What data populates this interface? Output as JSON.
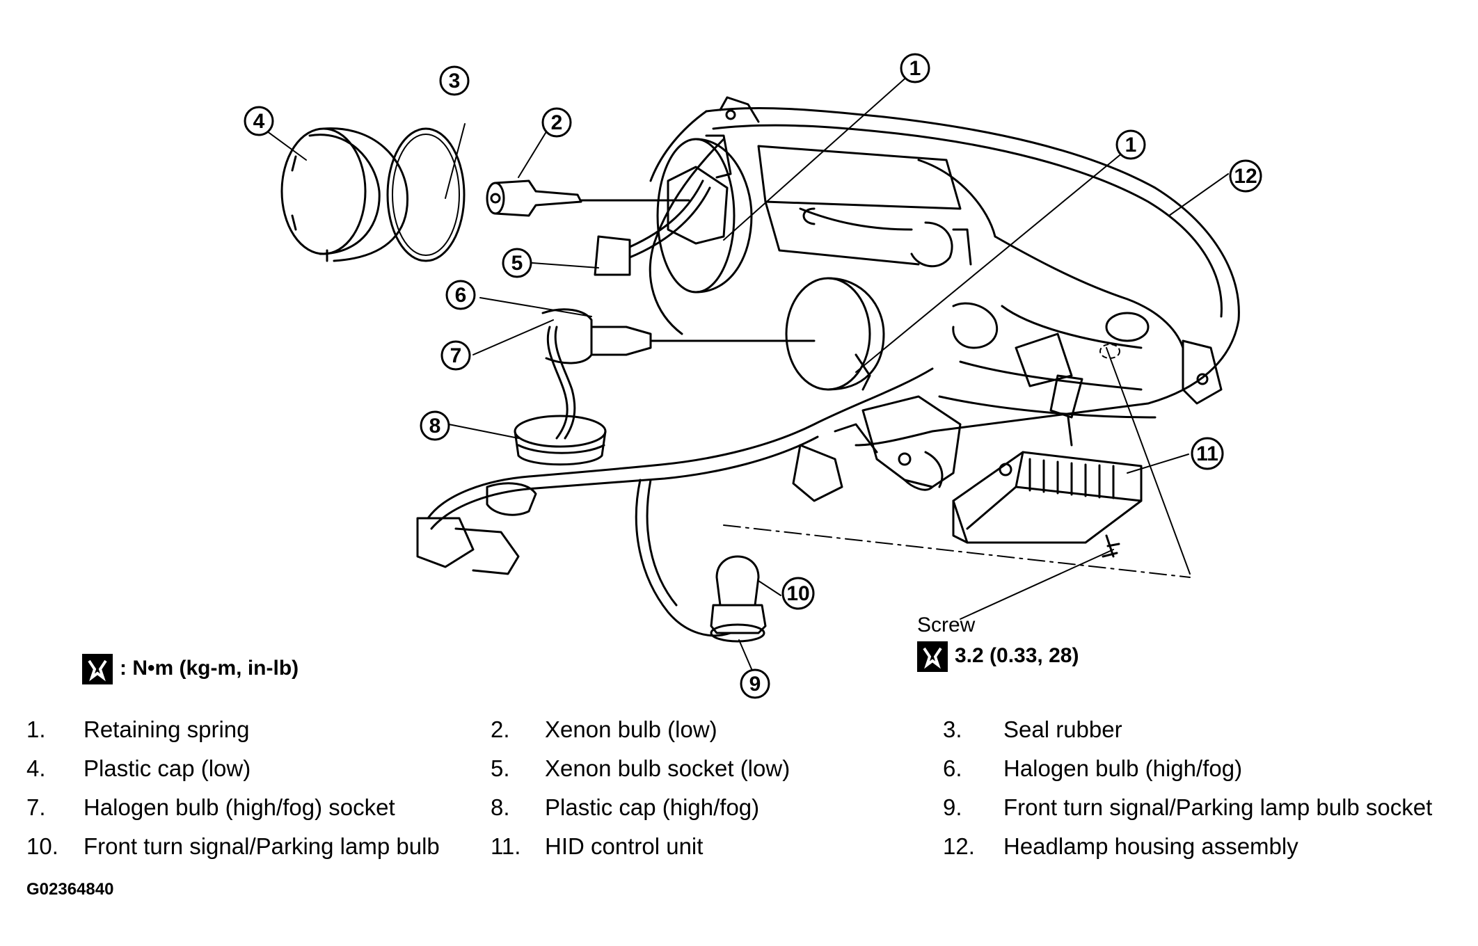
{
  "callouts": [
    "1",
    "1",
    "2",
    "3",
    "4",
    "5",
    "6",
    "7",
    "8",
    "9",
    "10",
    "11",
    "12"
  ],
  "torque_unit": ": N•m  (kg-m,  in-lb)",
  "screw": {
    "label": "Screw",
    "torque": "3.2 (0.33, 28)"
  },
  "legend": [
    {
      "num": "1.",
      "label": "Retaining spring"
    },
    {
      "num": "2.",
      "label": "Xenon bulb (low)"
    },
    {
      "num": "3.",
      "label": "Seal rubber"
    },
    {
      "num": "4.",
      "label": "Plastic cap (low)"
    },
    {
      "num": "5.",
      "label": "Xenon bulb socket (low)"
    },
    {
      "num": "6.",
      "label": "Halogen bulb (high/fog)"
    },
    {
      "num": "7.",
      "label": "Halogen bulb (high/fog) socket"
    },
    {
      "num": "8.",
      "label": "Plastic cap (high/fog)"
    },
    {
      "num": "9.",
      "label": "Front turn signal/Parking lamp bulb socket"
    },
    {
      "num": "10.",
      "label": "Front turn signal/Parking lamp bulb"
    },
    {
      "num": "11.",
      "label": "HID control unit"
    },
    {
      "num": "12.",
      "label": "Headlamp housing assembly"
    }
  ],
  "figure_code": "G02364840"
}
